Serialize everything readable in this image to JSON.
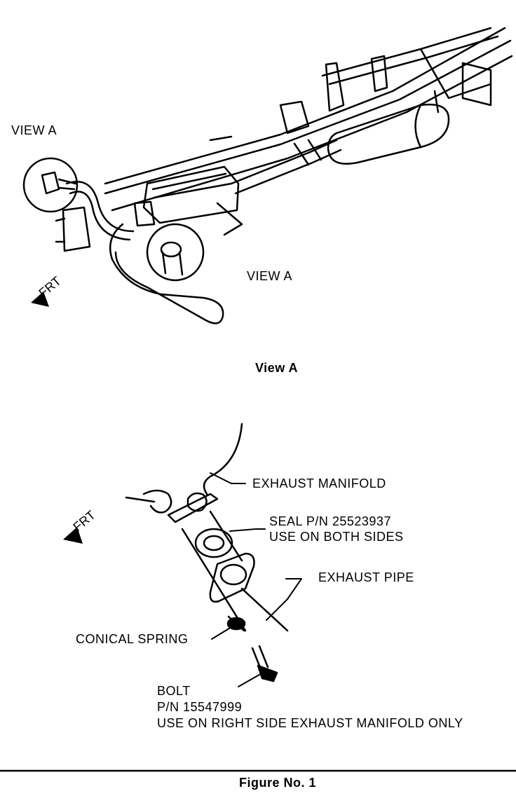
{
  "top_diagram": {
    "view_a_left": "VIEW A",
    "view_a_center": "VIEW A",
    "frt": "FRT"
  },
  "section_title": "View A",
  "detail_diagram": {
    "frt": "FRT",
    "exhaust_manifold": "EXHAUST MANIFOLD",
    "seal_line1": "SEAL P/N 25523937",
    "seal_line2": "USE ON BOTH SIDES",
    "exhaust_pipe": "EXHAUST PIPE",
    "conical_spring": "CONICAL SPRING",
    "bolt_line1": "BOLT",
    "bolt_line2": "P/N 15547999",
    "bolt_line3": "USE ON RIGHT SIDE EXHAUST MANIFOLD ONLY"
  },
  "caption": "Figure No. 1"
}
